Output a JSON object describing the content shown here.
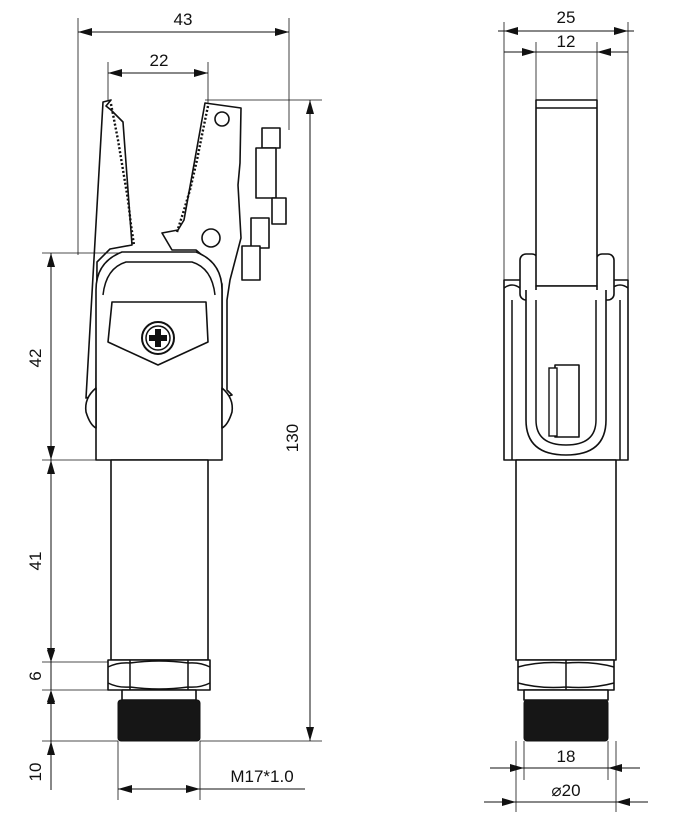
{
  "drawing": {
    "dims": {
      "width_total": "43",
      "jaw_opening": "22",
      "overall_length": "130",
      "head_height": "42",
      "body_length": "41",
      "nut_height": "6",
      "thread_length": "10",
      "thread_spec": "M17*1.0",
      "side_width": "25",
      "actuator_width": "12",
      "thread_dia": "18",
      "body_dia": "⌀20"
    }
  }
}
